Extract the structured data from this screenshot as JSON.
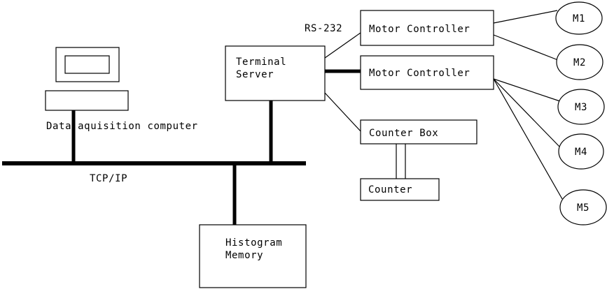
{
  "diagram": {
    "title": "Data acquisition system block diagram",
    "background_color": "#ffffff",
    "line_color": "#000000",
    "nodes": {
      "computer_monitor": {
        "label": ""
      },
      "computer_base": {
        "label": ""
      },
      "computer_caption": {
        "label": "Data aquisition computer"
      },
      "terminal_server": {
        "line1": "Terminal",
        "line2": "Server"
      },
      "motor_controller_1": {
        "label": "Motor Controller"
      },
      "motor_controller_2": {
        "label": "Motor Controller"
      },
      "counter_box": {
        "label": "Counter Box"
      },
      "counter": {
        "label": "Counter"
      },
      "histogram_memory": {
        "line1": "Histogram",
        "line2": "Memory"
      }
    },
    "motors": [
      {
        "label": "M1"
      },
      {
        "label": "M2"
      },
      {
        "label": "M3"
      },
      {
        "label": "M4"
      },
      {
        "label": "M5"
      }
    ],
    "link_labels": {
      "rs232": "RS-232",
      "tcpip": "TCP/IP"
    }
  }
}
